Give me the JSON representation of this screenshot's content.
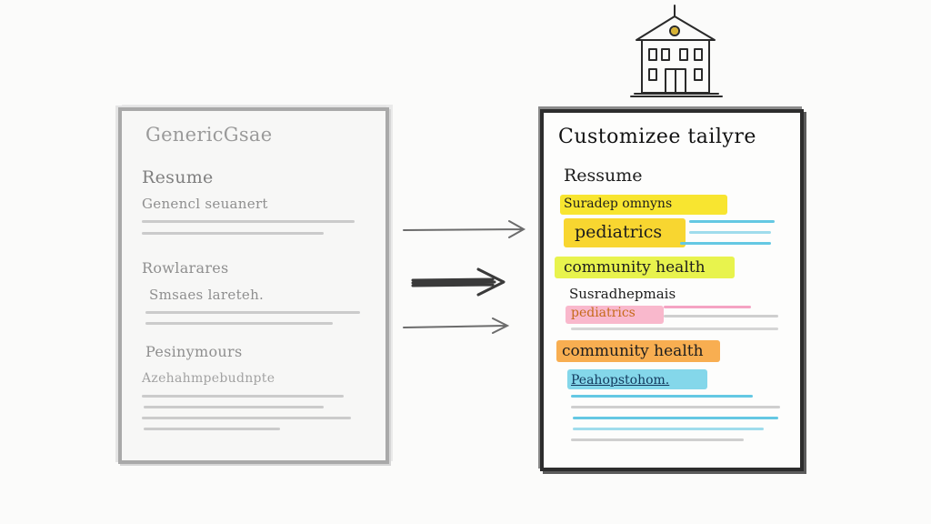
{
  "generic_resume": {
    "title": "GenericGsae",
    "heading": "Resume",
    "summary": "Genencl seuanert",
    "section_roles": "Rowlarares",
    "skills": "Smsaes lareteh.",
    "section_positions": "Pesinymours",
    "associations": "Azehahmpebudnpte"
  },
  "customized_resume": {
    "title": "Customizee tailyre",
    "heading": "Ressume",
    "skills_line": "Suradep omnyns",
    "keyword_1": "pediatrics",
    "keyword_2": "community health",
    "subheading_2": "Susradhepmais",
    "keyword_3": "pediatrics",
    "keyword_4": "community health",
    "keyword_5": "Peahopstohom."
  },
  "colors": {
    "generic_ink": "#9a9a9a",
    "custom_ink": "#1d1d1d",
    "highlight_yellow": "#f7e21a",
    "highlight_lime": "#e6f23a",
    "highlight_pink": "#f79ab8",
    "highlight_orange": "#f7a032",
    "highlight_cyan": "#6fd0e6",
    "line_pink": "#f5a3c3",
    "line_cyan": "#64c8e3"
  },
  "icons": [
    "school-building-icon",
    "arrow-right-icon"
  ]
}
